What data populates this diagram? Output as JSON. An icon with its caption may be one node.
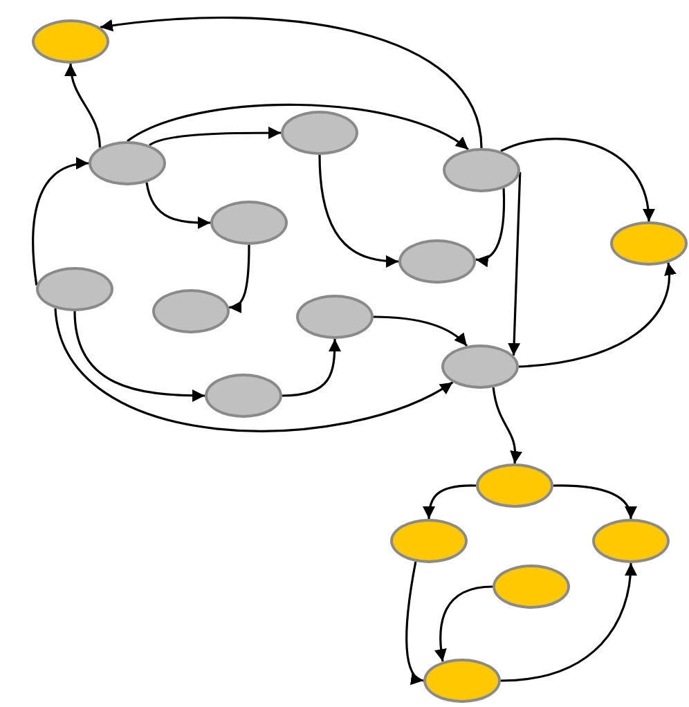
{
  "diagram": {
    "nodes": [
      {
        "text": [],
        "shape": "ellipse"
      },
      {
        "text": [],
        "shape": "ellipse"
      },
      {
        "text": [],
        "shape": "ellipse"
      },
      {
        "text": [],
        "shape": "ellipse"
      },
      {
        "text": [],
        "shape": "ellipse"
      },
      {
        "text": [],
        "shape": "ellipse"
      },
      {
        "text": [],
        "shape": "ellipse"
      },
      {
        "text": [],
        "shape": "ellipse"
      },
      {
        "text": [],
        "shape": "ellipse"
      },
      {
        "text": [],
        "shape": "ellipse"
      },
      {
        "text": [],
        "shape": "ellipse"
      },
      {
        "text": [],
        "shape": "ellipse"
      },
      {
        "text": [],
        "shape": "ellipse"
      },
      {
        "text": [],
        "shape": "ellipse"
      },
      {
        "text": [],
        "shape": "ellipse"
      },
      {
        "text": [],
        "shape": "ellipse"
      },
      {
        "text": [],
        "shape": "ellipse"
      }
    ],
    "edges": [
      {
        "from": 1,
        "to": 0,
        "arrow": "to"
      },
      {
        "from": 3,
        "to": 0,
        "arrow": "to"
      },
      {
        "from": 1,
        "to": 2,
        "arrow": "to"
      },
      {
        "from": 1,
        "to": 3,
        "arrow": "to"
      },
      {
        "from": 1,
        "to": 5,
        "arrow": "to"
      },
      {
        "from": 7,
        "to": 1,
        "arrow": "to"
      },
      {
        "from": 2,
        "to": 6,
        "arrow": "to"
      },
      {
        "from": 3,
        "to": 6,
        "arrow": "to"
      },
      {
        "from": 3,
        "to": 4,
        "arrow": "to"
      },
      {
        "from": 3,
        "to": 10,
        "arrow": "to"
      },
      {
        "from": 10,
        "to": 4,
        "arrow": "to"
      },
      {
        "from": 5,
        "to": 8,
        "arrow": "to"
      },
      {
        "from": 9,
        "to": 10,
        "arrow": "to"
      },
      {
        "from": 7,
        "to": 11,
        "arrow": "to"
      },
      {
        "from": 7,
        "to": 10,
        "arrow": "to"
      },
      {
        "from": 11,
        "to": 9,
        "arrow": "to"
      },
      {
        "from": 10,
        "to": 12,
        "arrow": "to"
      },
      {
        "from": 12,
        "to": 13,
        "arrow": "to"
      },
      {
        "from": 12,
        "to": 14,
        "arrow": "to"
      },
      {
        "from": 13,
        "to": 16,
        "arrow": "to"
      },
      {
        "from": 15,
        "to": 16,
        "arrow": "to"
      },
      {
        "from": 16,
        "to": 14,
        "arrow": "to"
      }
    ]
  }
}
